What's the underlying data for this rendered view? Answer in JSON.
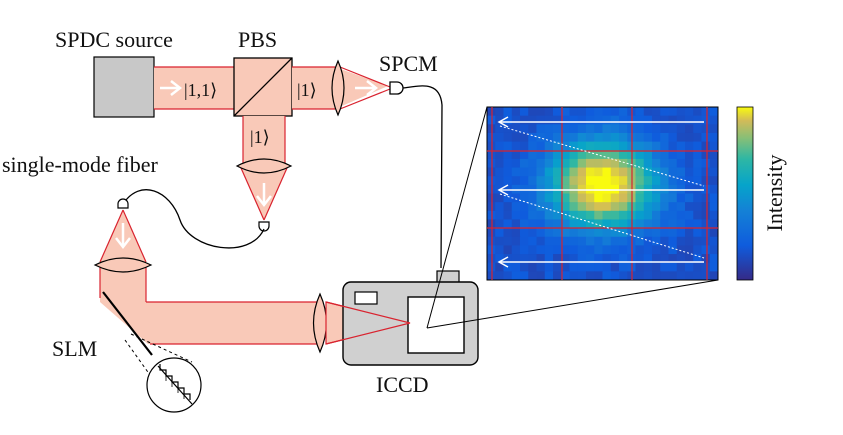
{
  "labels": {
    "source": "SPDC source",
    "pbs": "PBS",
    "spcm": "SPCM",
    "fiber": "single-mode fiber",
    "slm": "SLM",
    "iccd": "ICCD",
    "colorbar": "Intensity"
  },
  "states": {
    "biphoton": "|1,1⟩",
    "transmitted": "|1⟩",
    "reflected": "|1⟩"
  },
  "colors": {
    "beam_fill": "#f9c9b8",
    "beam_edge": "#d9232f",
    "source_box": "#c8c8c8",
    "camera_body": "#d0d0d0",
    "grid_line": "#d9232f",
    "scan_arrow": "#ffffff"
  },
  "heatmap": {
    "rows": 20,
    "cols": 28,
    "peak_row": 8.5,
    "peak_col": 13.5,
    "colormap": "parula"
  }
}
